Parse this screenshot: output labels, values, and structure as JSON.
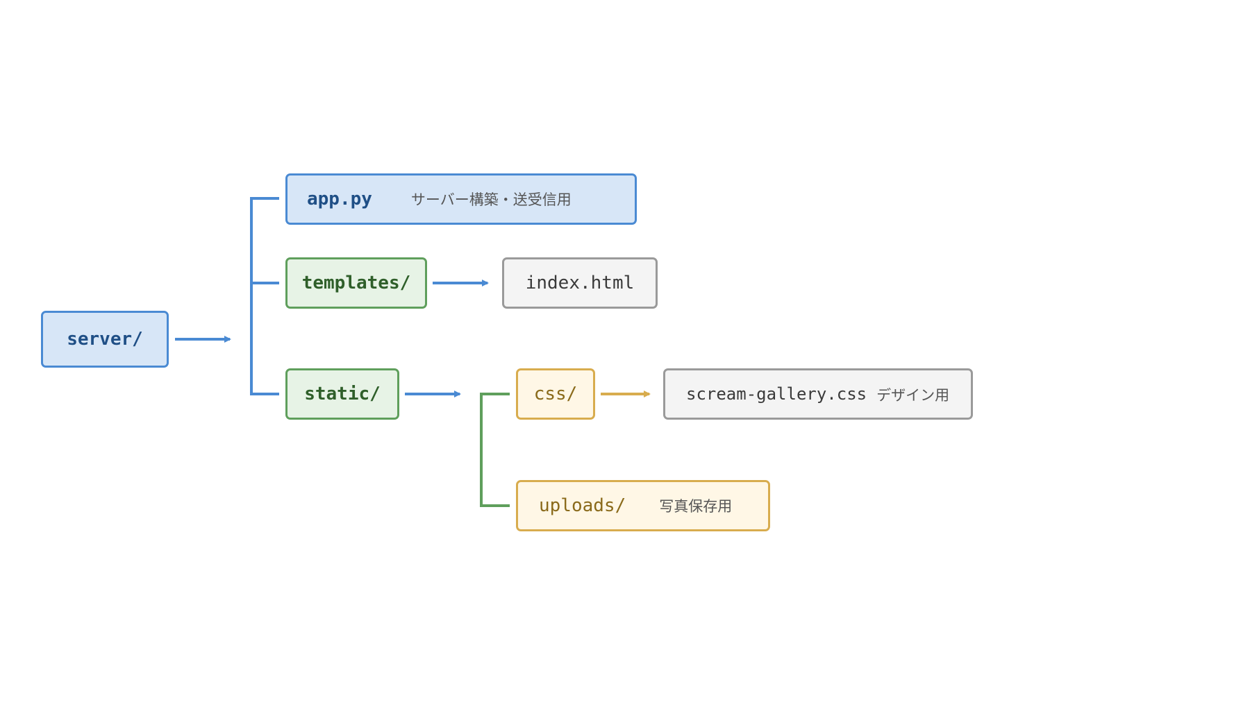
{
  "colors": {
    "blue_connector": "#4a8ad3",
    "green_connector": "#5f9f5c",
    "yellow_connector": "#d8ac4e"
  },
  "nodes": {
    "server": {
      "label": "server/"
    },
    "app_py": {
      "label": "app.py",
      "desc": "サーバー構築・送受信用"
    },
    "templates": {
      "label": "templates/"
    },
    "index_html": {
      "label": "index.html"
    },
    "static": {
      "label": "static/"
    },
    "css": {
      "label": "css/"
    },
    "scream_css": {
      "label": "scream-gallery.css",
      "desc": "デザイン用"
    },
    "uploads": {
      "label": "uploads/",
      "desc": "写真保存用"
    }
  }
}
